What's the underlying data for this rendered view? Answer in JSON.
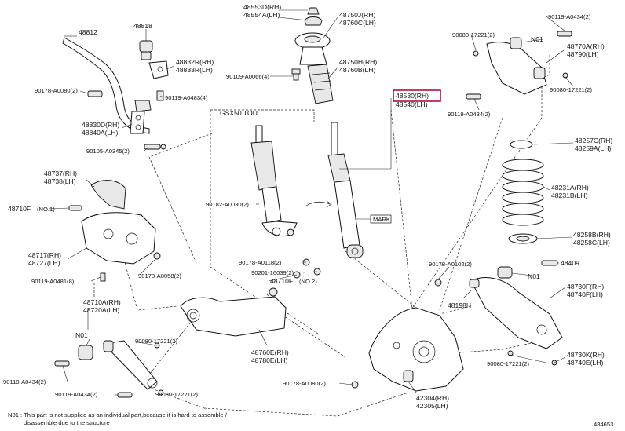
{
  "diagram": {
    "highlighted_part": "48530(RH)",
    "footnote": {
      "line1": "N01 : This part is not supplied as an individual part,because it is hard to assemble /",
      "line2": "disassemble due to the structure"
    },
    "figure_number": "484653",
    "variant_label": "GSX50 TOU",
    "mark_label": "MARK",
    "labels": {
      "p48553D": "48553D(RH)",
      "p48554A": "48554A(LH)",
      "p48750J": "48750J(RH)",
      "p48760C": "48760C(LH)",
      "p48750H": "48750H(RH)",
      "p48760B": "48760B(LH)",
      "p90109_A0066": "90109-A0066(4)",
      "p48812": "48812",
      "p48818": "48818",
      "p48832R": "48832R(RH)",
      "p48833R": "48833R(LH)",
      "p90178_A0080_a": "90178-A0080(2)",
      "p90119_A0483": "90119-A0483(4)",
      "p48830D": "48830D(RH)",
      "p48840A": "48840A(LH)",
      "p90105_A0345": "90105-A0345(2)",
      "p48737": "48737(RH)",
      "p48738": "48738(LH)",
      "p48710F_1": "48710F",
      "p48710F_1_tag": "(NO.1)",
      "p48717": "48717(RH)",
      "p48727": "48727(LH)",
      "p90178_A0058": "90178-A0058(2)",
      "p90119_A0481": "90119-A0481(8)",
      "p48710A": "48710A(RH)",
      "p48720A": "48720A(LH)",
      "pN01_left": "N01",
      "p90080_17221_a": "90080-17221(2)",
      "p90119_A0434_a": "90119-A0434(2)",
      "p90119_A0434_b": "90119-A0434(2)",
      "p90080_17221_b": "90080-17221(2)",
      "p90182_A0030": "90182-A0030(2)",
      "p90178_A0118": "90178-A0118(2)",
      "p90201_16039": "90201-16039(2)",
      "p48710F_2": "48710F",
      "p48710F_2_tag": "(NO.2)",
      "p48760E": "48760E(RH)",
      "p48780E": "48780E(LH)",
      "p90178_A0080_b": "90178-A0080(2)",
      "p42304": "42304(RH)",
      "p42305": "42305(LH)",
      "p48530": "48530(RH)",
      "p48540": "48540(LH)",
      "p90119_A0434_top": "90119-A0434(2)",
      "p90080_17221_top": "90080-17221(2)",
      "pN01_top": "N01",
      "p48770A": "48770A(RH)",
      "p48790": "48790(LH)",
      "p90080_17221_mid": "90080-17221(2)",
      "p90119_A0434_mid": "90119-A0434(2)",
      "p48257C": "48257C(RH)",
      "p48259A": "48259A(LH)",
      "p48231A": "48231A(RH)",
      "p48231B": "48231B(LH)",
      "p48258B": "48258B(RH)",
      "p48258C": "48258C(LH)",
      "p90178_A0102": "90178-A0102(2)",
      "p48409": "48409",
      "p48198H": "48198H",
      "pN01_right": "N01",
      "p48730F": "48730F(RH)",
      "p48740F": "48740F(LH)",
      "p90080_17221_r": "90080-17221(2)",
      "p48730K": "48730K(RH)",
      "p48740E": "48740E(LH)"
    }
  }
}
